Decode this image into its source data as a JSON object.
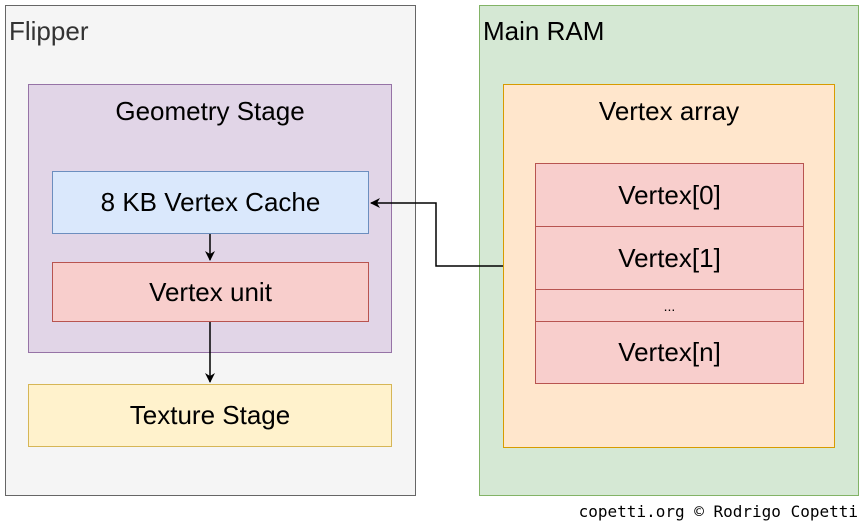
{
  "flipper": {
    "title": "Flipper"
  },
  "geometry_stage": {
    "title": "Geometry Stage",
    "vertex_cache": "8 KB Vertex Cache",
    "vertex_unit": "Vertex unit"
  },
  "texture_stage": {
    "title": "Texture Stage"
  },
  "main_ram": {
    "title": "Main RAM",
    "vertex_array": {
      "title": "Vertex array",
      "entries": [
        "Vertex[0]",
        "Vertex[1]",
        "...",
        "Vertex[n]"
      ]
    }
  },
  "credit": "copetti.org © Rodrigo Copetti",
  "colors": {
    "flipper_fill": "#f5f5f5",
    "geometry_fill": "#e1d5e7",
    "cache_fill": "#dae8fc",
    "vertex_fill": "#f8cecc",
    "texture_fill": "#fff2cc",
    "ram_fill": "#d5e8d4",
    "array_fill": "#ffe6cc"
  }
}
